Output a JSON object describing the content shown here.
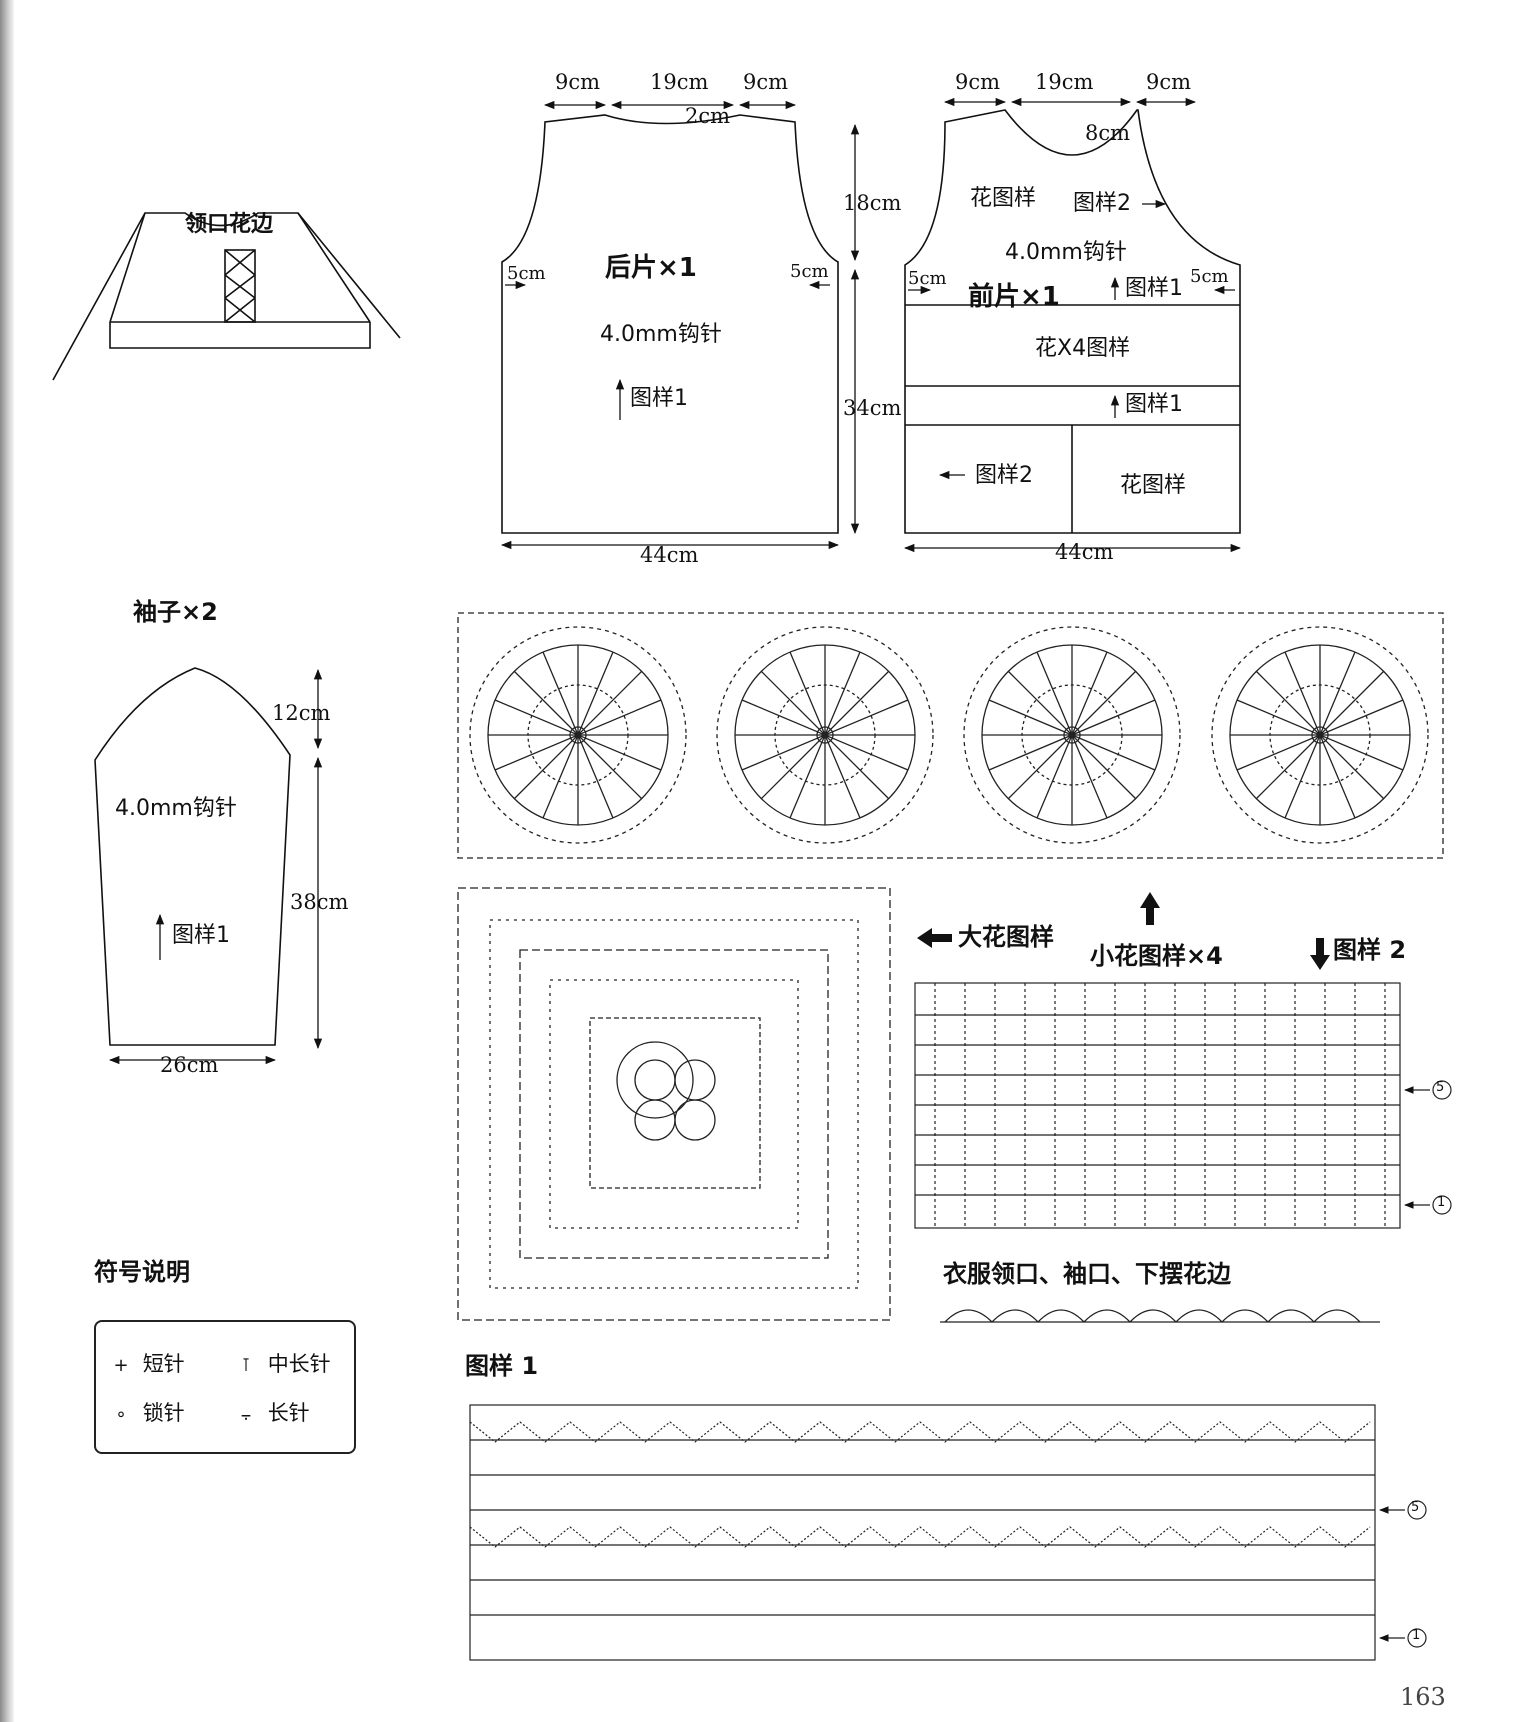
{
  "collar_sketch": {
    "label": "领口花边"
  },
  "back_piece": {
    "title": "后片×1",
    "needle": "4.0mm钩针",
    "pattern_label": "图样1",
    "dims": {
      "top_left": "9cm",
      "top_mid": "19cm",
      "top_right": "9cm",
      "neck": "2cm",
      "armhole_left": "5cm",
      "armhole_right": "5cm",
      "width": "44cm"
    }
  },
  "front_piece": {
    "title": "前片×1",
    "needle": "4.0mm钩针",
    "flower_pattern": "花图样",
    "pattern2": "图样2",
    "pattern1_a": "图样1",
    "flower_x4": "花X4图样",
    "pattern1_b": "图样1",
    "pattern2_b": "图样2",
    "flower_pattern_b": "花图样",
    "dims": {
      "top_left": "9cm",
      "top_mid": "19cm",
      "top_right": "9cm",
      "neck": "8cm",
      "armhole_left": "5cm",
      "armhole_right": "5cm",
      "width": "44cm"
    }
  },
  "height_dims": {
    "upper": "18cm",
    "lower": "34cm"
  },
  "sleeve": {
    "title": "袖子×2",
    "needle": "4.0mm钩针",
    "pattern_label": "图样1",
    "dims": {
      "cap": "12cm",
      "length": "38cm",
      "width": "26cm"
    }
  },
  "charts": {
    "big_flower": "大花图样",
    "small_flower": "小花图样×4",
    "pattern2": "图样 2",
    "edging": "衣服领口、袖口、下摆花边",
    "pattern1": "图样 1",
    "row5": "5",
    "row1": "1",
    "row5_b": "5",
    "row1_b": "1"
  },
  "legend": {
    "title": "符号说明",
    "items": [
      {
        "symbol": "+",
        "name": "短针"
      },
      {
        "symbol": "⊺",
        "name": "中长针"
      },
      {
        "symbol": "∘",
        "name": "锁针"
      },
      {
        "symbol": "⨪",
        "name": "长针"
      }
    ]
  },
  "page_number": "163"
}
